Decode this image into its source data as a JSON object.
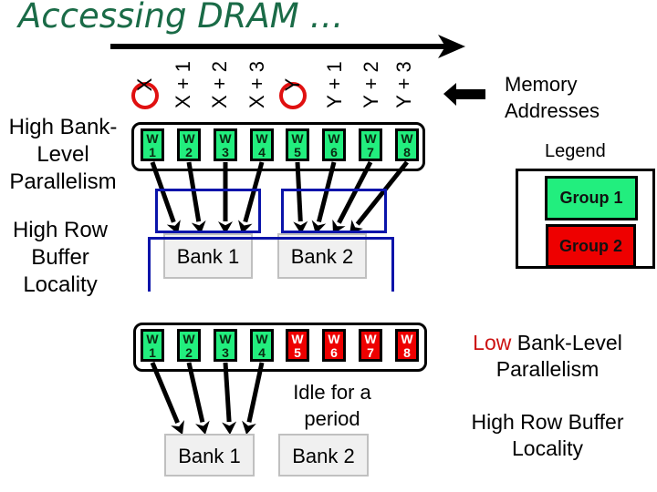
{
  "title": "Accessing DRAM …",
  "addresses": {
    "group_x": [
      "X",
      "X + 1",
      "X + 2",
      "X + 3"
    ],
    "group_y": [
      "Y",
      "Y + 1",
      "Y + 2",
      "Y + 3"
    ],
    "highlighted": [
      "X",
      "Y"
    ],
    "label": "Memory\nAddresses",
    "label_line1": "Memory",
    "label_line2": "Addresses",
    "direction_arrow_icon": "right-arrow",
    "pointer_arrow_icon": "left-arrow"
  },
  "top_scenario": {
    "label_1": {
      "line1": "High Bank-",
      "line2": "Level",
      "line3": "Parallelism"
    },
    "label_2": {
      "line1": "High Row",
      "line2": "Buffer",
      "line3": "Locality"
    },
    "requests": [
      {
        "label": "W",
        "num": "1",
        "group": "Group 1"
      },
      {
        "label": "W",
        "num": "2",
        "group": "Group 1"
      },
      {
        "label": "W",
        "num": "3",
        "group": "Group 1"
      },
      {
        "label": "W",
        "num": "4",
        "group": "Group 1"
      },
      {
        "label": "W",
        "num": "5",
        "group": "Group 1"
      },
      {
        "label": "W",
        "num": "6",
        "group": "Group 1"
      },
      {
        "label": "W",
        "num": "7",
        "group": "Group 1"
      },
      {
        "label": "W",
        "num": "8",
        "group": "Group 1"
      }
    ],
    "banks": [
      "Bank 1",
      "Bank 2"
    ]
  },
  "bottom_scenario": {
    "requests": [
      {
        "label": "W",
        "num": "1",
        "group": "Group 1"
      },
      {
        "label": "W",
        "num": "2",
        "group": "Group 1"
      },
      {
        "label": "W",
        "num": "3",
        "group": "Group 1"
      },
      {
        "label": "W",
        "num": "4",
        "group": "Group 1"
      },
      {
        "label": "W",
        "num": "5",
        "group": "Group 2"
      },
      {
        "label": "W",
        "num": "6",
        "group": "Group 2"
      },
      {
        "label": "W",
        "num": "7",
        "group": "Group 2"
      },
      {
        "label": "W",
        "num": "8",
        "group": "Group 2"
      }
    ],
    "banks": [
      "Bank 1",
      "Bank 2"
    ],
    "idle_note": {
      "line1": "Idle for a",
      "line2": "period"
    },
    "summary": {
      "low_word": "Low",
      "line1_rest": " Bank-Level",
      "line2": "Parallelism",
      "line3": "High Row Buffer",
      "line4": "Locality"
    }
  },
  "legend": {
    "title": "Legend",
    "items": [
      {
        "label": "Group 1",
        "color": "#22ee7e"
      },
      {
        "label": "Group 2",
        "color": "#ee0000"
      }
    ]
  },
  "colors": {
    "title": "#1a6b47",
    "group1": "#22ee7e",
    "group2": "#ee0000",
    "highlight_ring": "#e01010",
    "bank_outline": "#0a14aa",
    "low_text": "#cc1111"
  }
}
